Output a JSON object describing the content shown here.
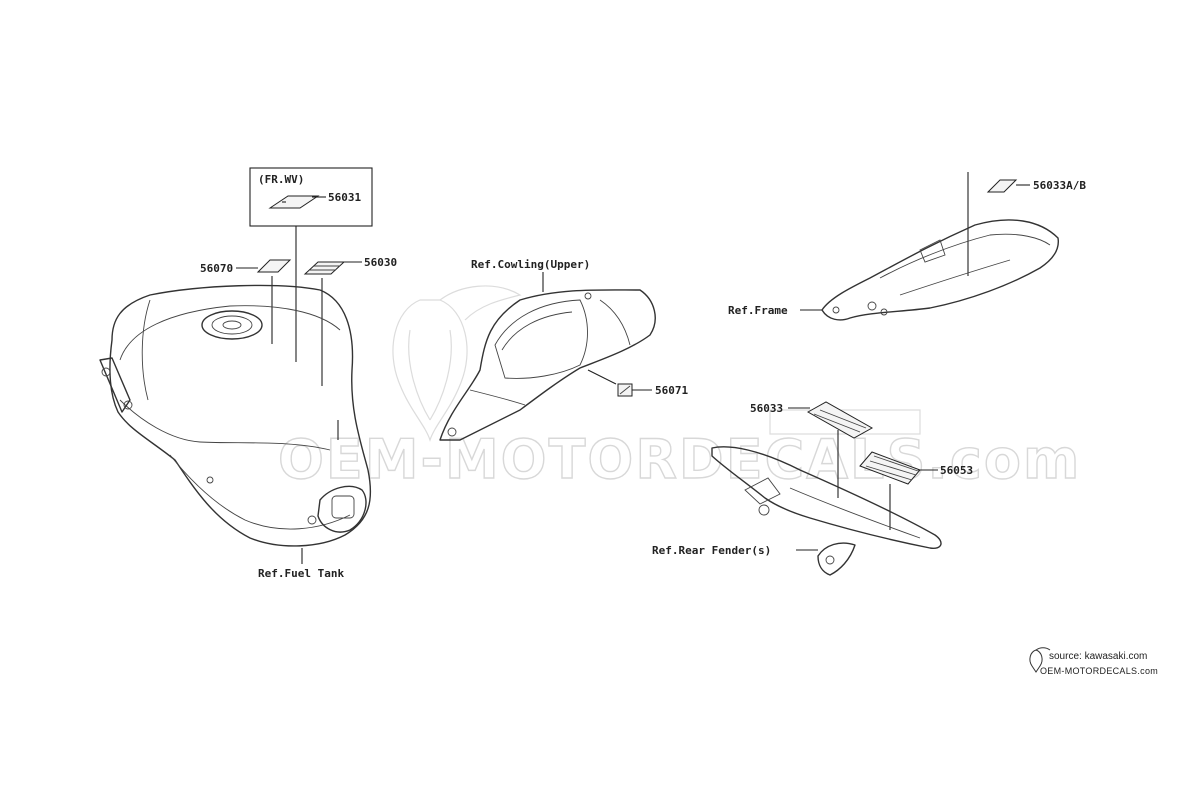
{
  "labels": {
    "fr_wv": "(FR.WV)",
    "p56031": "56031",
    "p56070": "56070",
    "p56030": "56030",
    "ref_fuel_tank": "Ref.Fuel Tank",
    "ref_cowling_upper": "Ref.Cowling(Upper)",
    "p56071": "56071",
    "p56033ab": "56033A/B",
    "ref_frame": "Ref.Frame",
    "p56033": "56033",
    "p56053": "56053",
    "ref_rear_fender": "Ref.Rear Fender(s)"
  },
  "watermark": {
    "text": "OEM-MOTORDECALS.com"
  },
  "source": {
    "line1": "source: kawasaki.com",
    "line2": "OEM-MOTORDECALS.com"
  }
}
